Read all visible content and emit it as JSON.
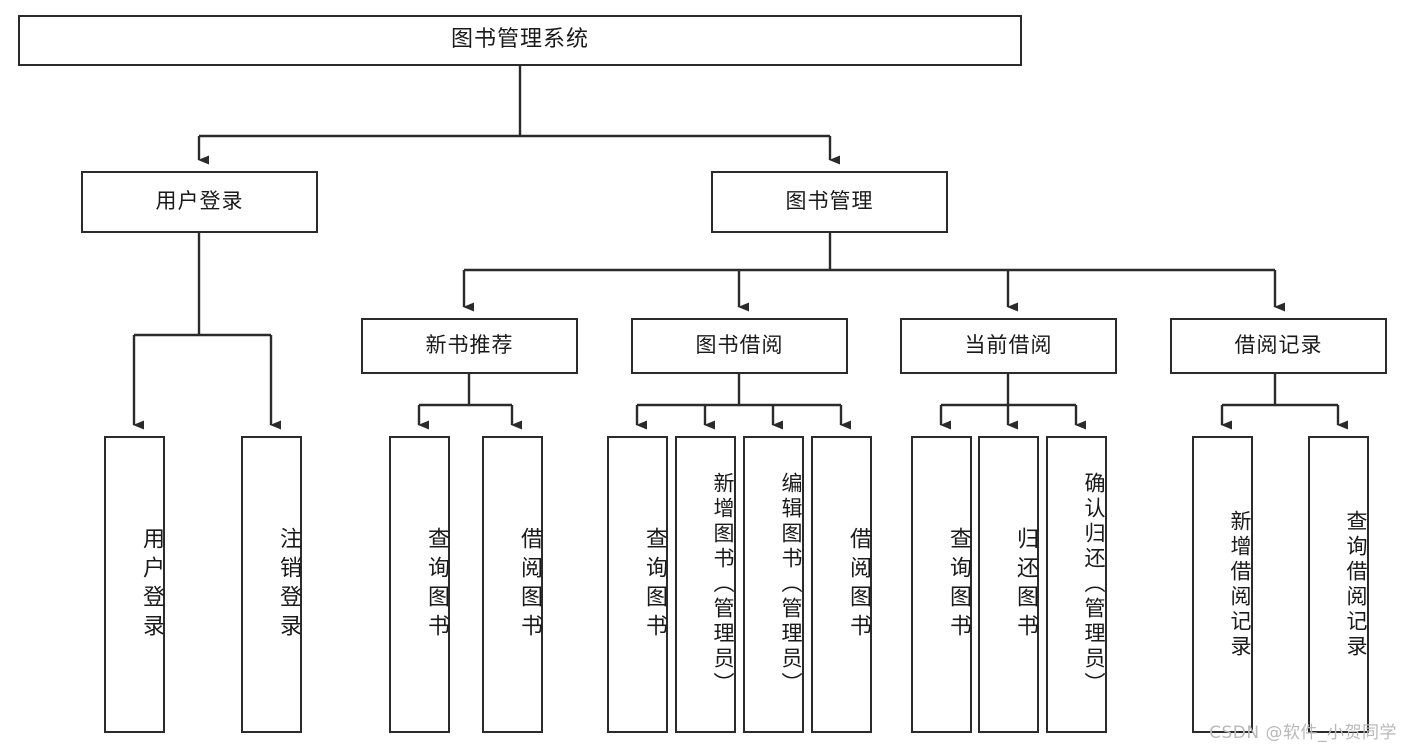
{
  "diagram": {
    "title": "图书管理系统",
    "type": "tree-hierarchy-chart",
    "watermark": "CSDN @软件_小贺同学",
    "colors": {
      "box_border": "#2b2b2b",
      "box_fill": "#ffffff",
      "edge": "#2b2b2b",
      "text": "#1a1a1a",
      "watermark": "#b9b9b9",
      "page_background": "#ffffff"
    },
    "root": {
      "label": "图书管理系统"
    },
    "level2": [
      {
        "label": "用户登录"
      },
      {
        "label": "图书管理"
      }
    ],
    "level3": [
      {
        "label": "新书推荐"
      },
      {
        "label": "图书借阅"
      },
      {
        "label": "当前借阅"
      },
      {
        "label": "借阅记录"
      }
    ],
    "leaves": {
      "user_login": [
        {
          "label": "用户登录"
        },
        {
          "label": "注销登录"
        }
      ],
      "new_book_recommend": [
        {
          "label": "查询图书"
        },
        {
          "label": "借阅图书"
        }
      ],
      "book_borrow": [
        {
          "label": "查询图书"
        },
        {
          "label": "新增图书（管理员）"
        },
        {
          "label": "编辑图书（管理员）"
        },
        {
          "label": "借阅图书"
        }
      ],
      "current_borrow": [
        {
          "label": "查询图书"
        },
        {
          "label": "归还图书"
        },
        {
          "label": "确认归还（管理员）"
        }
      ],
      "borrow_record": [
        {
          "label": "新增借阅记录"
        },
        {
          "label": "查询借阅记录"
        }
      ]
    }
  }
}
